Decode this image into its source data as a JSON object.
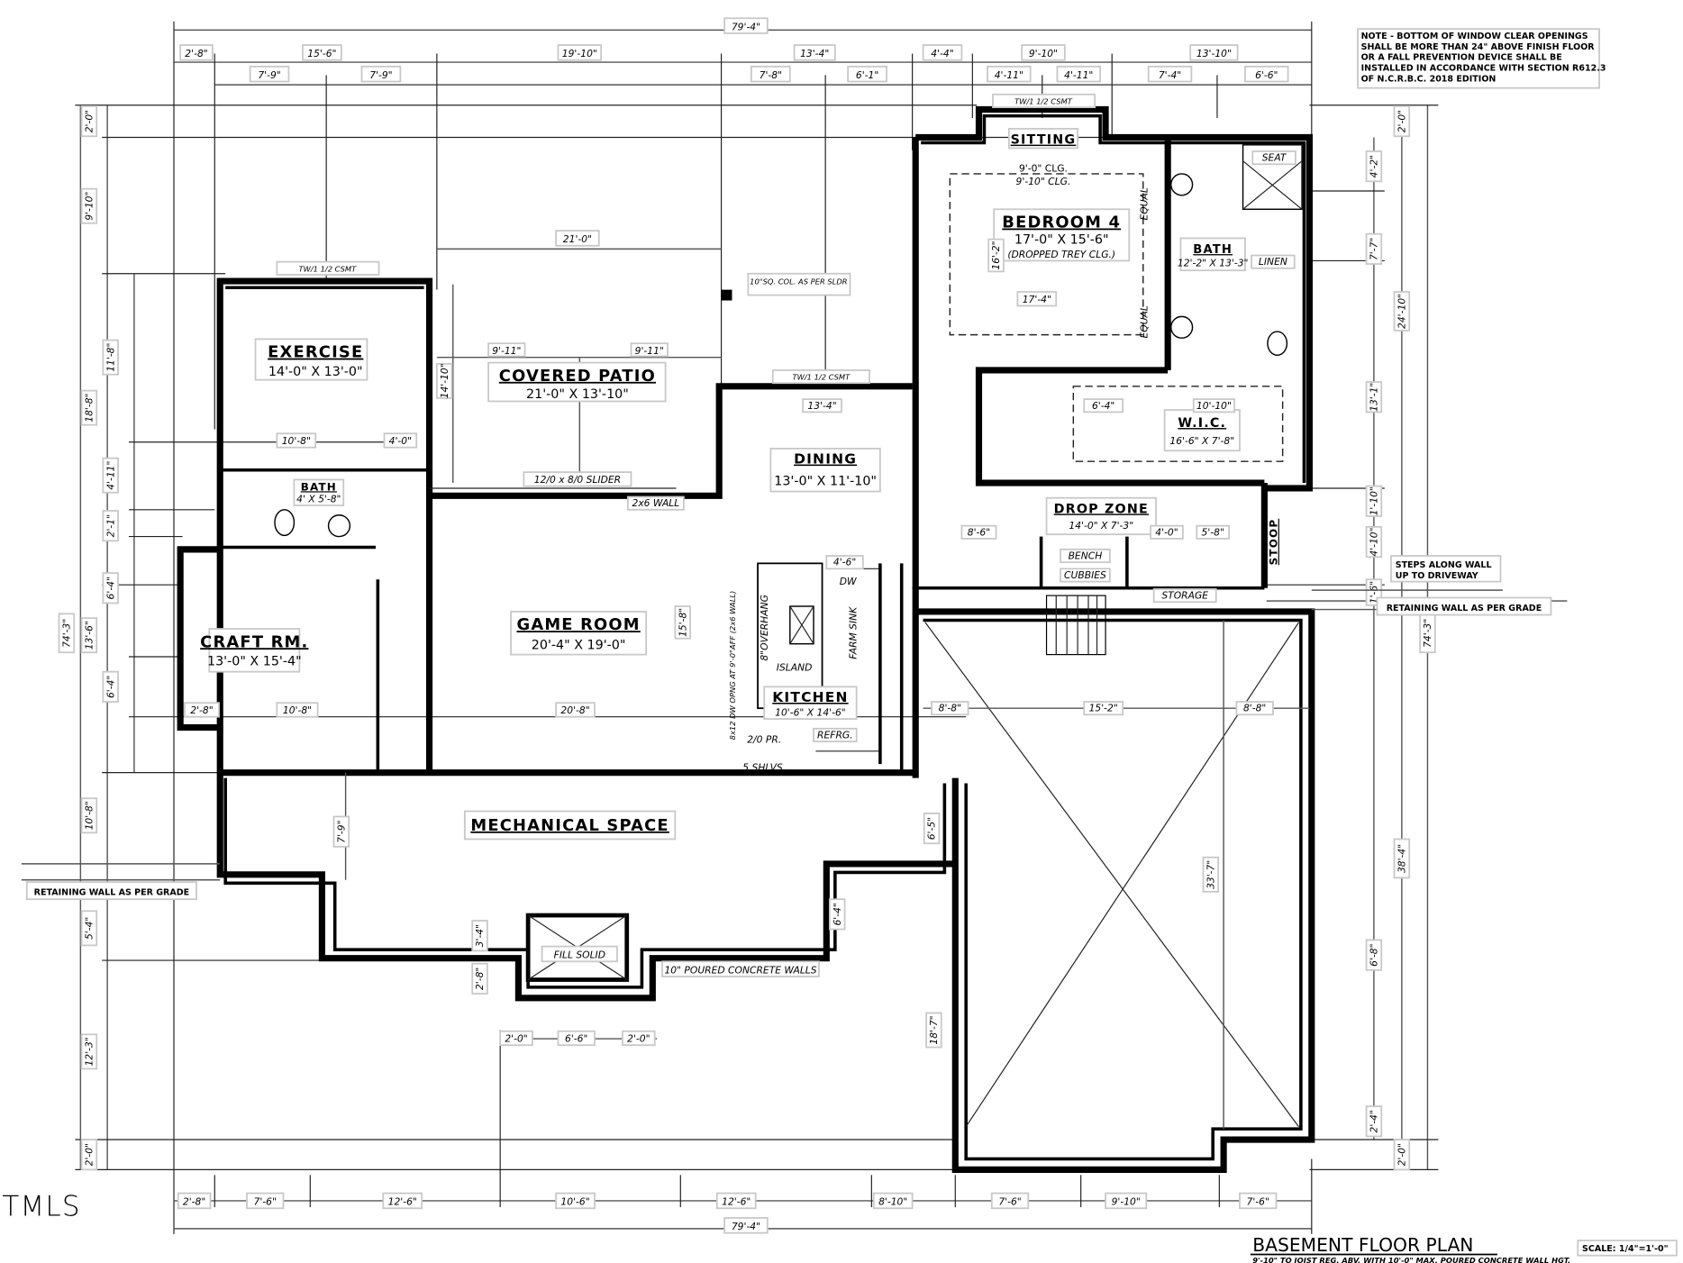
{
  "plan": {
    "title": "BASEMENT FLOOR PLAN",
    "scale": "SCALE: 1/4\"=1'-0\"",
    "subtitle": "9'-10\" TO JOIST REG. ABV. WITH 10'-0\" MAX. POURED CONCRETE WALL HGT.",
    "watermark": "TMLS",
    "note_lines": [
      "NOTE - BOTTOM OF WINDOW CLEAR OPENINGS",
      "SHALL BE MORE THAN 24\" ABOVE FINISH FLOOR",
      "OR A FALL PREVENTION DEVICE SHALL BE",
      "INSTALLED IN ACCORDANCE WITH SECTION R612.3",
      "OF N.C.R.B.C. 2018 EDITION"
    ]
  },
  "rooms": [
    {
      "name": "EXERCISE",
      "size": "14'-0\" X 13'-0\""
    },
    {
      "name": "COVERED PATIO",
      "size": "21'-0\" X 13'-10\""
    },
    {
      "name": "SITTING",
      "size": "9'-0\" CLG."
    },
    {
      "name": "BEDROOM 4",
      "size": "17'-0\" X 15'-6\"",
      "note": "(DROPPED TREY CLG.)"
    },
    {
      "name": "BATH",
      "size": "12'-2\" X 13'-3\""
    },
    {
      "name": "DINING",
      "size": "13'-0\" X 11'-10\""
    },
    {
      "name": "W.I.C.",
      "size": "16'-6\" X 7'-8\""
    },
    {
      "name": "DROP ZONE",
      "size": "14'-0\" X 7'-3\""
    },
    {
      "name": "BATH",
      "size": "4' X 5'-8\""
    },
    {
      "name": "CRAFT RM.",
      "size": "13'-0\" X 15'-4\""
    },
    {
      "name": "GAME ROOM",
      "size": "20'-4\" X 19'-0\""
    },
    {
      "name": "KITCHEN",
      "size": "10'-6\" X 14'-6\""
    },
    {
      "name": "MECHANICAL SPACE",
      "size": ""
    }
  ],
  "annotations": {
    "slider": "12/0 x 8/0 SLIDER",
    "wall_2x6": "2x6 WALL",
    "col": "10\"SQ. COL. AS PER SLDR",
    "fill_solid": "FILL SOLID",
    "concrete": "10\" POURED CONCRETE WALLS",
    "retaining_left": "RETAINING WALL AS PER GRADE",
    "retaining_right": "RETAINING WALL AS PER GRADE",
    "steps_1": "STEPS ALONG WALL",
    "steps_2": "UP TO DRIVEWAY",
    "stoop": "STOOP",
    "storage": "STORAGE",
    "bench": "BENCH",
    "cubbies": "CUBBIES",
    "seat": "SEAT",
    "linen": "LINEN",
    "equal_1": "EQUAL",
    "equal_2": "EQUAL",
    "farm_sink": "FARM SINK",
    "overhang": "8\"OVERHANG",
    "island": "ISLAND",
    "refrg": "REFRG.",
    "pr": "2/0 PR.",
    "pantry_shlvs": "5 SHLVS.",
    "opening": "8x12 DW OPNG AT 9'-0\"AFF (2x6 WALL)",
    "dw": "DW",
    "clg": "9'-10\" CLG.",
    "tmp_bsmt": "TW/1 1/2 CSMT"
  },
  "dims_top": {
    "overall": "79'-4\"",
    "row1": [
      "2'-8\"",
      "15'-6\"",
      "19'-10\"",
      "13'-4\"",
      "4'-4\"",
      "9'-10\"",
      "13'-10\""
    ],
    "row2": [
      "7'-9\"",
      "7'-9\"",
      "7'-8\"",
      "6'-1\"",
      "4'-11\"",
      "4'-11\"",
      "7'-4\"",
      "6'-6\""
    ]
  },
  "dims_bottom": {
    "overall": "79'-4\"",
    "row": [
      "2'-8\"",
      "7'-6\"",
      "12'-6\"",
      "10'-6\"",
      "12'-6\"",
      "8'-10\"",
      "7'-6\"",
      "9'-10\"",
      "7'-6\""
    ]
  },
  "dims_left": {
    "overall": "74'-3\"",
    "row1": [
      "2'-0\"",
      "9'-10\"",
      "18'-8\"",
      "13'-6\"",
      "10'-8\"",
      "5'-4\"",
      "12'-3\"",
      "2'-0\""
    ],
    "row2": [
      "11'-8\"",
      "4'-11\"",
      "2'-1\"",
      "6'-4\"",
      "6'-4\""
    ]
  },
  "dims_right": {
    "overall": "74'-3\"",
    "row1": [
      "2'-0\"",
      "24'-10\"",
      "38'-4\"",
      "2'-0\""
    ],
    "row2": [
      "4'-2\"",
      "7'-7\"",
      "13'-1\"",
      "1'-10\"",
      "4'-10\"",
      "6'-8\"",
      "1'-6\"",
      "2'-4\""
    ]
  },
  "dims_inner": {
    "patio_w": "21'-0\"",
    "patio_h": "14'-10\"",
    "patio_half_1": "9'-11\"",
    "patio_half_2": "9'-11\"",
    "ex_w": "10'-8\"",
    "ex_d": "4'-0\"",
    "craft_1": "2'-8\"",
    "craft_2": "10'-8\"",
    "game_w": "20'-8\"",
    "game_h": "15'-8\"",
    "dining_w": "13'-4\"",
    "bed_w": "17'-4\"",
    "bed_h": "16'-2\"",
    "wic_1": "6'-4\"",
    "wic_2": "10'-10\"",
    "garage_1": "8'-8\"",
    "garage_2": "15'-2\"",
    "garage_3": "8'-8\"",
    "garage_h": "33'-7\"",
    "garage_side": "18'-7\"",
    "mech_1": "7'-9\"",
    "mech_2": "6'-5\"",
    "mech_3": "6'-4\"",
    "mech_4": "3'-4\"",
    "mech_5": "2'-8\"",
    "well_1": "2'-0\"",
    "well_2": "6'-6\"",
    "well_3": "2'-0\"",
    "k_1": "4'-6\"",
    "drop_1": "8'-6\"",
    "drop_2": "4'-0\"",
    "drop_3": "5'-8\""
  }
}
